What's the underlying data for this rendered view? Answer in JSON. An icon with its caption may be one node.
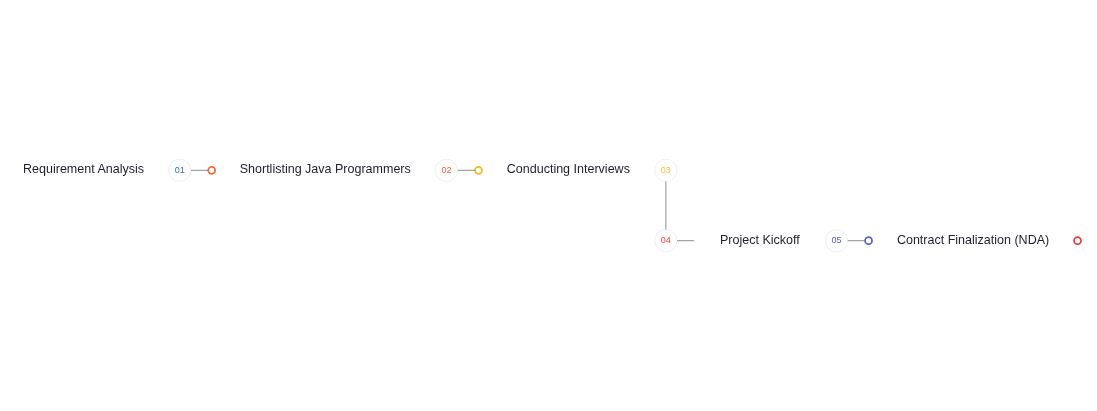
{
  "diagram": {
    "nodes": [
      {
        "text": [
          "Requirement Analysis"
        ]
      },
      {
        "text": [
          "01"
        ]
      },
      {
        "text": [],
        "shape": "circle"
      },
      {
        "text": [
          "Shortlisting Java Programmers"
        ]
      },
      {
        "text": [
          "02"
        ]
      },
      {
        "text": [],
        "shape": "circle"
      },
      {
        "text": [
          "Conducting Interviews"
        ]
      },
      {
        "text": [
          "03"
        ]
      },
      {
        "text": [],
        "shape": "circle"
      },
      {
        "text": [
          "04"
        ]
      },
      {
        "text": [
          "Contract Finalization (NDA)"
        ]
      },
      {
        "text": [
          "Project Kickoff"
        ]
      },
      {
        "text": [
          "05"
        ]
      },
      {
        "text": [],
        "shape": "circle"
      }
    ],
    "edges": [
      {
        "from": 1,
        "to": 2,
        "arrow": "none"
      },
      {
        "from": 4,
        "to": 5,
        "arrow": "none"
      },
      {
        "from": 7,
        "to": 9,
        "arrow": "none"
      },
      {
        "from": 9,
        "to": null,
        "arrow": "none"
      },
      {
        "from": 12,
        "to": 13,
        "arrow": "none"
      }
    ]
  }
}
